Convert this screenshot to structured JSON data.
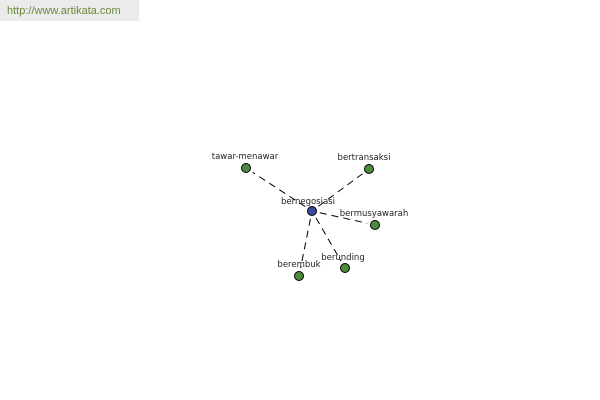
{
  "banner": {
    "url_text": "http://www.artikata.com"
  },
  "graph": {
    "center": {
      "label": "bernegosiasi",
      "color": "#3b4aa0"
    },
    "neighbor_color": "#4c8a3e",
    "neighbors": [
      {
        "id": "tawar-menawar",
        "label": "tawar-menawar"
      },
      {
        "id": "bertransaksi",
        "label": "bertransaksi"
      },
      {
        "id": "bermusyawarah",
        "label": "bermusyawarah"
      },
      {
        "id": "berunding",
        "label": "berunding"
      },
      {
        "id": "berembuk",
        "label": "berembuk"
      }
    ]
  }
}
